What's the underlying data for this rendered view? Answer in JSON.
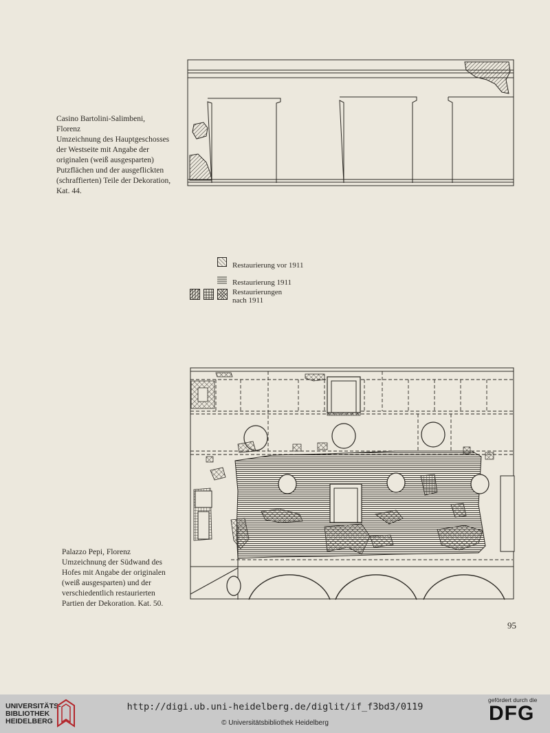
{
  "caption_top": {
    "lines": [
      "Casino Bartolini-Salimbeni,",
      "Florenz",
      "Umzeichnung des Hauptgeschosses",
      "der Westseite mit Angabe der",
      "originalen (weiß ausgesparten)",
      "Putzflächen und der ausgeflickten",
      "(schraffierten) Teile der Dekoration,",
      "Kat. 44."
    ]
  },
  "legend": {
    "item1": "Restaurierung vor 1911",
    "item2": "Restaurierung 1911",
    "item3_line1": "Restaurierungen",
    "item3_line2": "nach 1911"
  },
  "caption_bottom": {
    "lines": [
      "Palazzo Pepi, Florenz",
      "Umzeichnung der Südwand des",
      "Hofes mit Angabe der originalen",
      "(weiß ausgesparten) und der",
      "verschiedentlich restaurierten",
      "Partien der Dekoration. Kat. 50."
    ]
  },
  "page_number": "95",
  "footer": {
    "logo_line1": "UNIVERSITÄTS-",
    "logo_line2": "BIBLIOTHEK",
    "logo_line3": "HEIDELBERG",
    "url": "http://digi.ub.uni-heidelberg.de/diglit/if_f3bd3/0119",
    "copyright": "© Universitätsbibliothek Heidelberg",
    "dfg_tagline": "gefördert durch die",
    "dfg_logo": "DFG"
  },
  "colors": {
    "paper": "#ece8dd",
    "ink": "#2a2722",
    "footer_bg": "#c9c9c9",
    "logo_red": "#b3262b"
  }
}
